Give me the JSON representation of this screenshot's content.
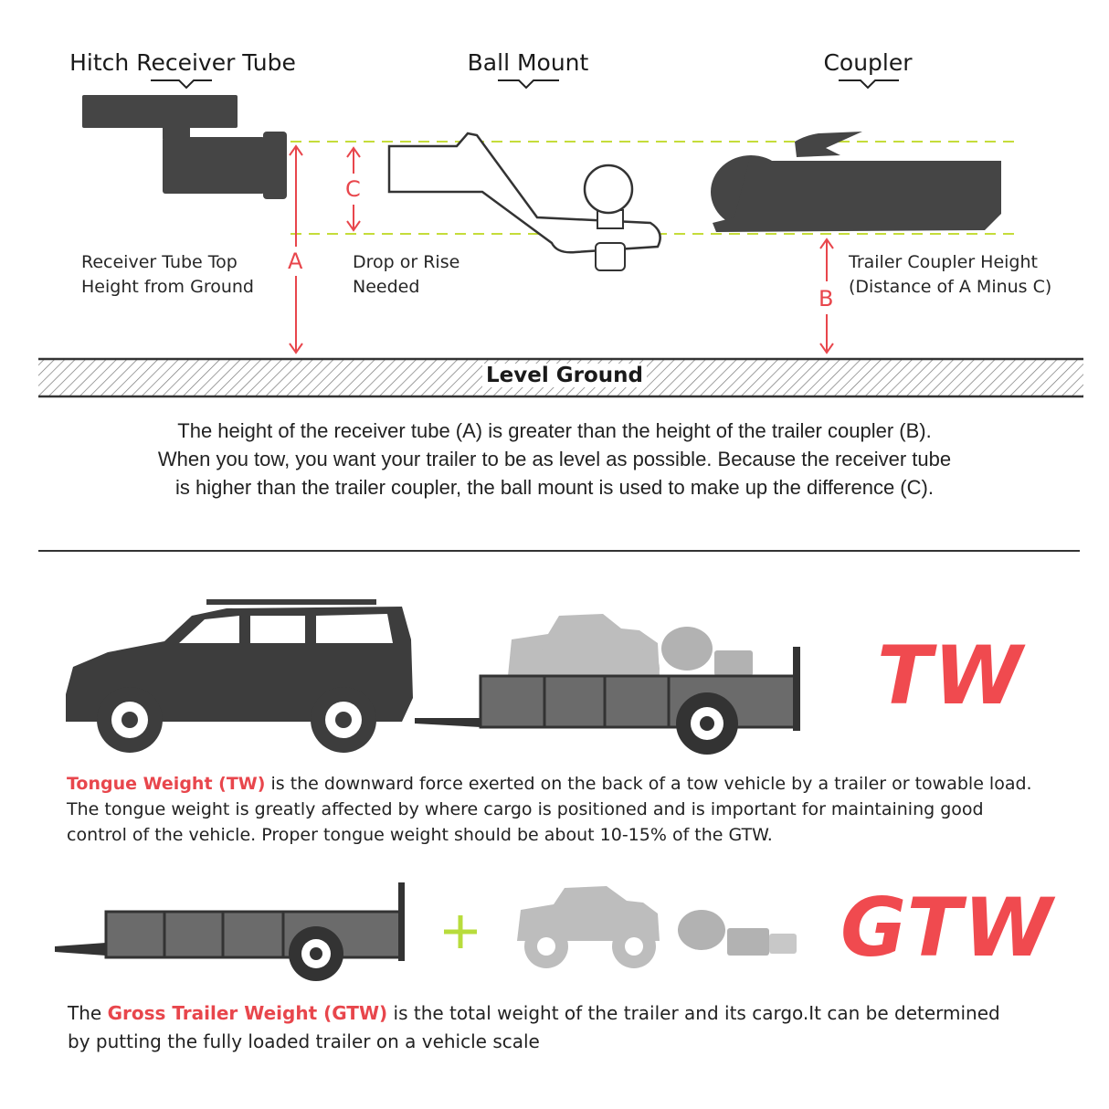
{
  "labels": {
    "hitch_receiver_tube": "Hitch Receiver Tube",
    "ball_mount": "Ball Mount",
    "coupler": "Coupler",
    "receiver_caption_1": "Receiver Tube Top",
    "receiver_caption_2": "Height from Ground",
    "drop_caption_1": "Drop or Rise",
    "drop_caption_2": "Needed",
    "coupler_caption_1": "Trailer Coupler Height",
    "coupler_caption_2": "(Distance of A Minus C)",
    "letter_a": "A",
    "letter_b": "B",
    "letter_c": "C",
    "level_ground": "Level Ground"
  },
  "explanation": {
    "line1": "The height of the receiver tube (A) is greater than the height of the trailer coupler (B).",
    "line2": "When you tow, you want your trailer to be as level as possible. Because the receiver tube",
    "line3": "is higher than the trailer coupler, the ball mount is used to make up the difference (C)."
  },
  "tw": {
    "big_label": "TW",
    "term": "Tongue Weight (TW)",
    "line1_rest": " is the downward force exerted on the back of a tow vehicle by a trailer or towable load.",
    "line2": "The tongue weight is greatly affected by where cargo is positioned and is important for maintaining good",
    "line3": "control of the vehicle. Proper tongue weight should be about 10-15% of the GTW."
  },
  "gtw": {
    "big_label": "GTW",
    "plus": "+",
    "line1_prefix": "The ",
    "term": "Gross Trailer Weight (GTW)",
    "line1_rest": " is the total weight of the trailer and its cargo.It can be determined",
    "line2": "by putting the fully loaded trailer on a vehicle scale"
  },
  "colors": {
    "accent_red": "#e8464c",
    "guide_green": "#c5dc3a",
    "dark_gray": "#454545",
    "light_gray": "#b9b9b9",
    "plus_green": "#b8dc3c"
  }
}
